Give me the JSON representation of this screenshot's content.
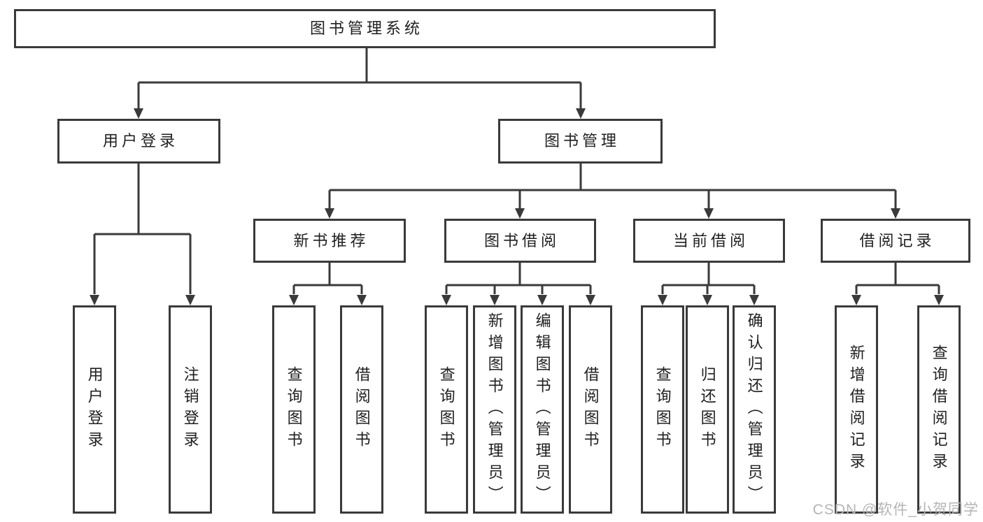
{
  "watermark": "CSDN @软件_小贺同学",
  "colors": {
    "line": "#3a3a3a",
    "text": "#1f1f1f",
    "watermark": "#b5b5b5",
    "background": "#ffffff"
  },
  "tree": {
    "root": {
      "label": "图书管理系统"
    },
    "branches": [
      {
        "label": "用户登录",
        "children": [
          {
            "label": "用户登录"
          },
          {
            "label": "注销登录"
          }
        ]
      },
      {
        "label": "图书管理",
        "children": [
          {
            "label": "新书推荐",
            "children": [
              {
                "label": "查询图书"
              },
              {
                "label": "借阅图书"
              }
            ]
          },
          {
            "label": "图书借阅",
            "children": [
              {
                "label": "查询图书"
              },
              {
                "label": "新增图书（管理员）"
              },
              {
                "label": "编辑图书（管理员）"
              },
              {
                "label": "借阅图书"
              }
            ]
          },
          {
            "label": "当前借阅",
            "children": [
              {
                "label": "查询图书"
              },
              {
                "label": "归还图书"
              },
              {
                "label": "确认归还（管理员）"
              }
            ]
          },
          {
            "label": "借阅记录",
            "children": [
              {
                "label": "新增借阅记录"
              },
              {
                "label": "查询借阅记录"
              }
            ]
          }
        ]
      }
    ]
  }
}
